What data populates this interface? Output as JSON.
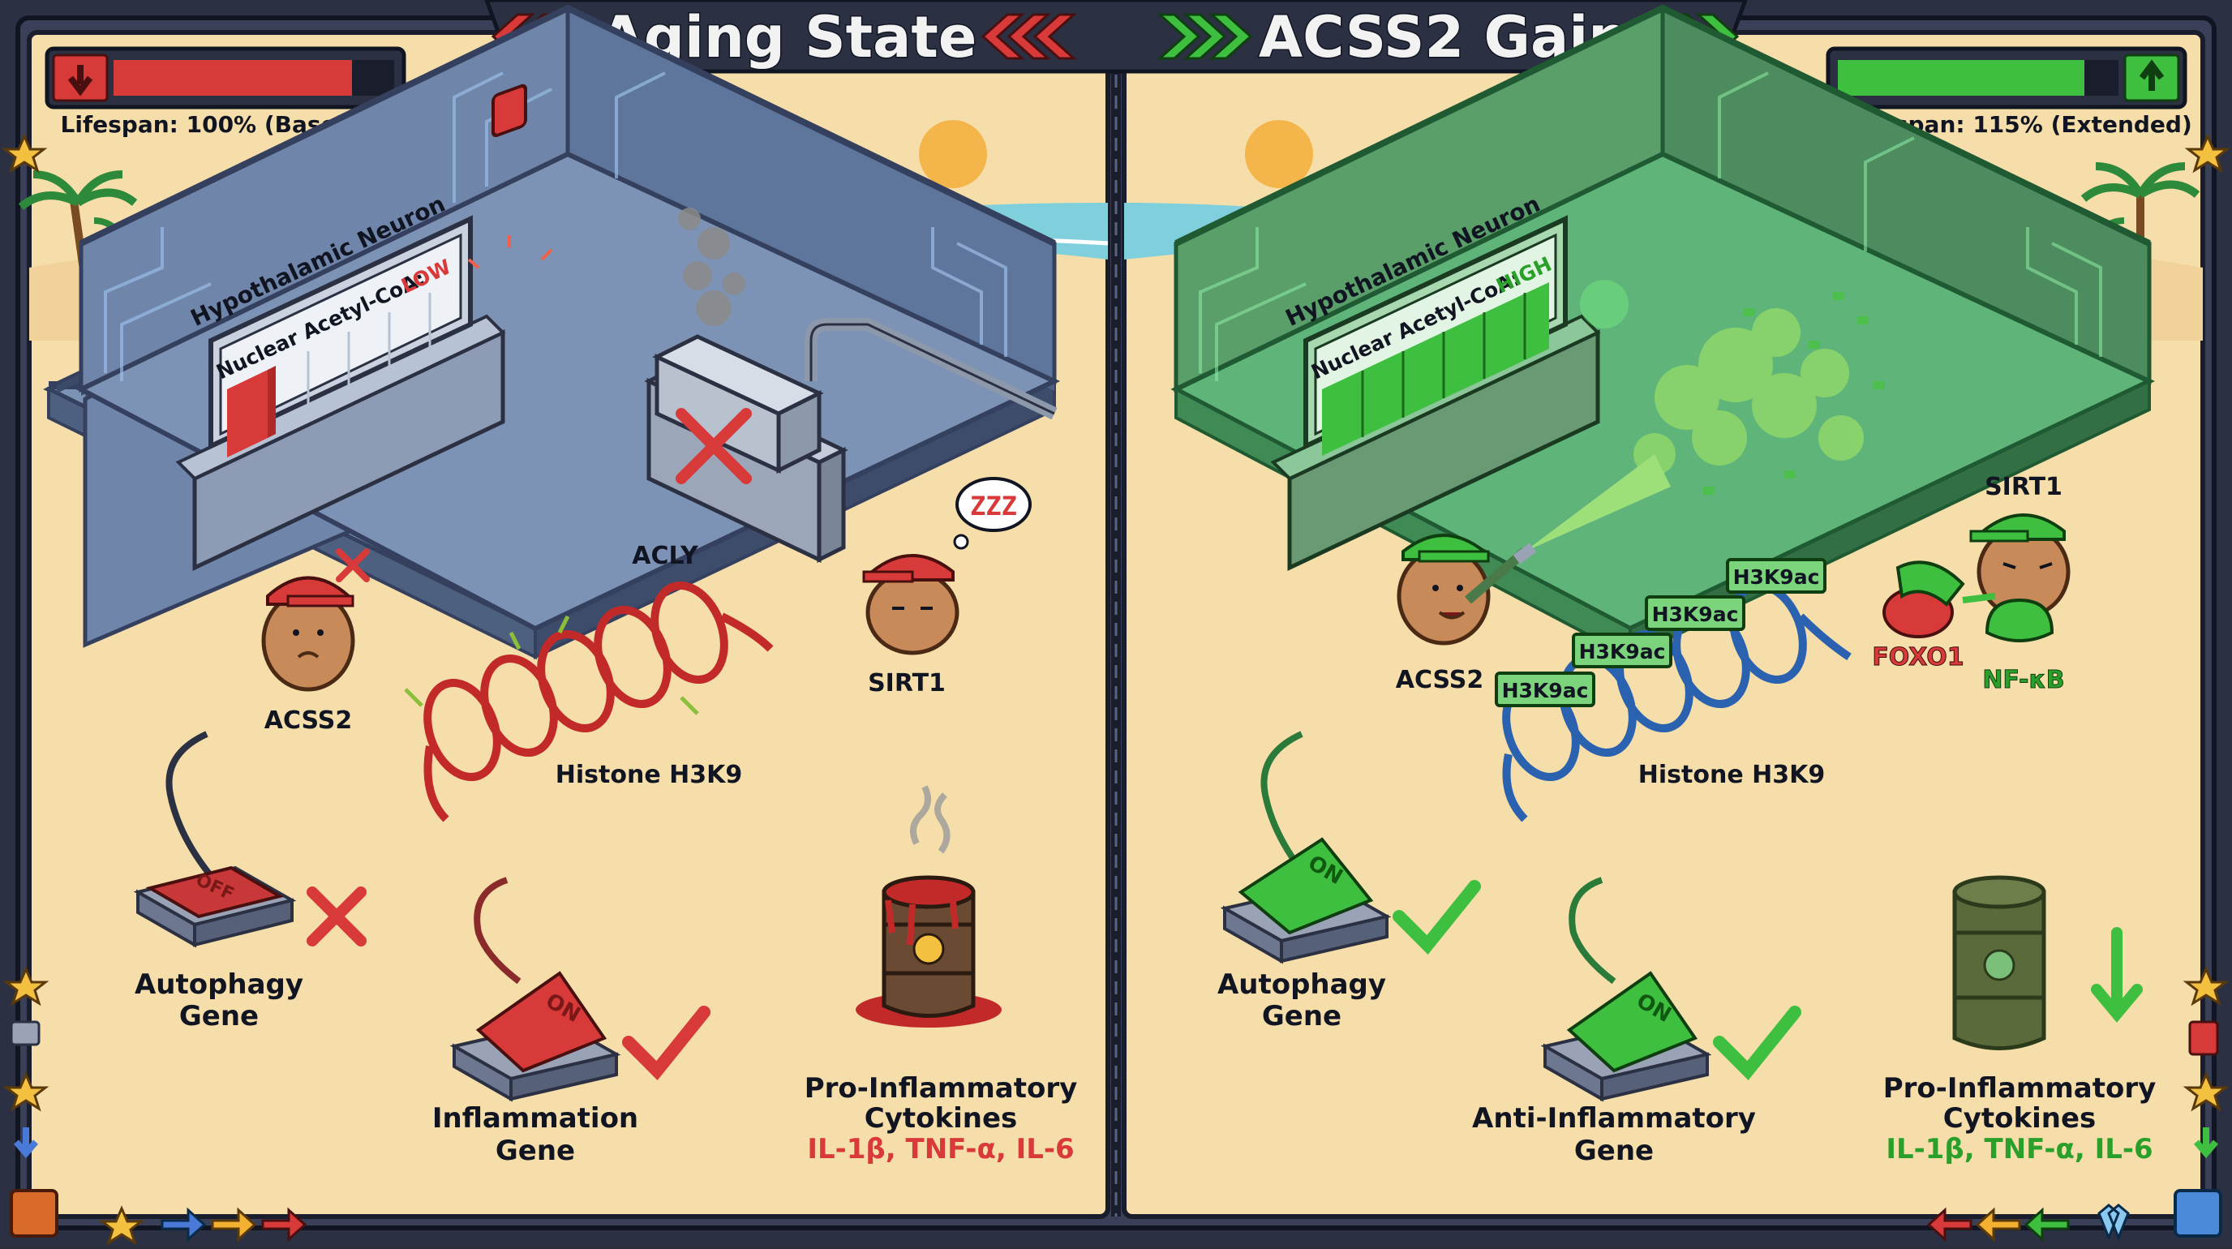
{
  "left_panel": {
    "title": "Aging State",
    "lifespan": "Lifespan: 100% (Baseline)",
    "room_label": "Hypothalamic Neuron",
    "acetyl_label": "Nuclear Acetyl-CoA:",
    "acetyl_level": "LOW",
    "acly_label": "ACLY",
    "acss2_label": "ACSS2",
    "sirt1_label": "SIRT1",
    "sleep_text": "ZZZ",
    "histone_label": "Histone H3K9",
    "switch_off_text": "OFF",
    "switch_on_text": "ON",
    "autophagy_label": [
      "Autophagy",
      "Gene"
    ],
    "inflammation_label": [
      "Inflammation",
      "Gene"
    ],
    "cytokines_label": [
      "Pro-Inflammatory",
      "Cytokines"
    ],
    "cytokines_list": "IL-1β, TNF-α, IL-6",
    "lifespan_fill": 0.85
  },
  "right_panel": {
    "title": "ACSS2 Gain",
    "lifespan": "Lifespan: 115% (Extended)",
    "room_label": "Hypothalamic Neuron",
    "acetyl_label": "Nuclear Acetyl-CoA:",
    "acetyl_level": "HIGH",
    "acss2_label": "ACSS2",
    "sirt1_label": "SIRT1",
    "foxo1_label": "FOXO1",
    "nfkb_label": "NF-κB",
    "h3k9ac_tag": "H3K9ac",
    "histone_label": "Histone H3K9",
    "switch_on_text": "ON",
    "autophagy_label": [
      "Autophagy",
      "Gene"
    ],
    "anti_inflammatory_label": [
      "Anti-Inflammatory",
      "Gene"
    ],
    "cytokines_label": [
      "Pro-Inflammatory",
      "Cytokines"
    ],
    "cytokines_list": "IL-1β, TNF-α, IL-6",
    "lifespan_fill": 0.88
  },
  "colors": {
    "frame": "#2b3042",
    "sand": "#f6deab",
    "aging_red": "#d83a3a",
    "gain_green": "#3fbf3f",
    "aging_room": "#7d93b5",
    "gain_room": "#4fa86a"
  }
}
